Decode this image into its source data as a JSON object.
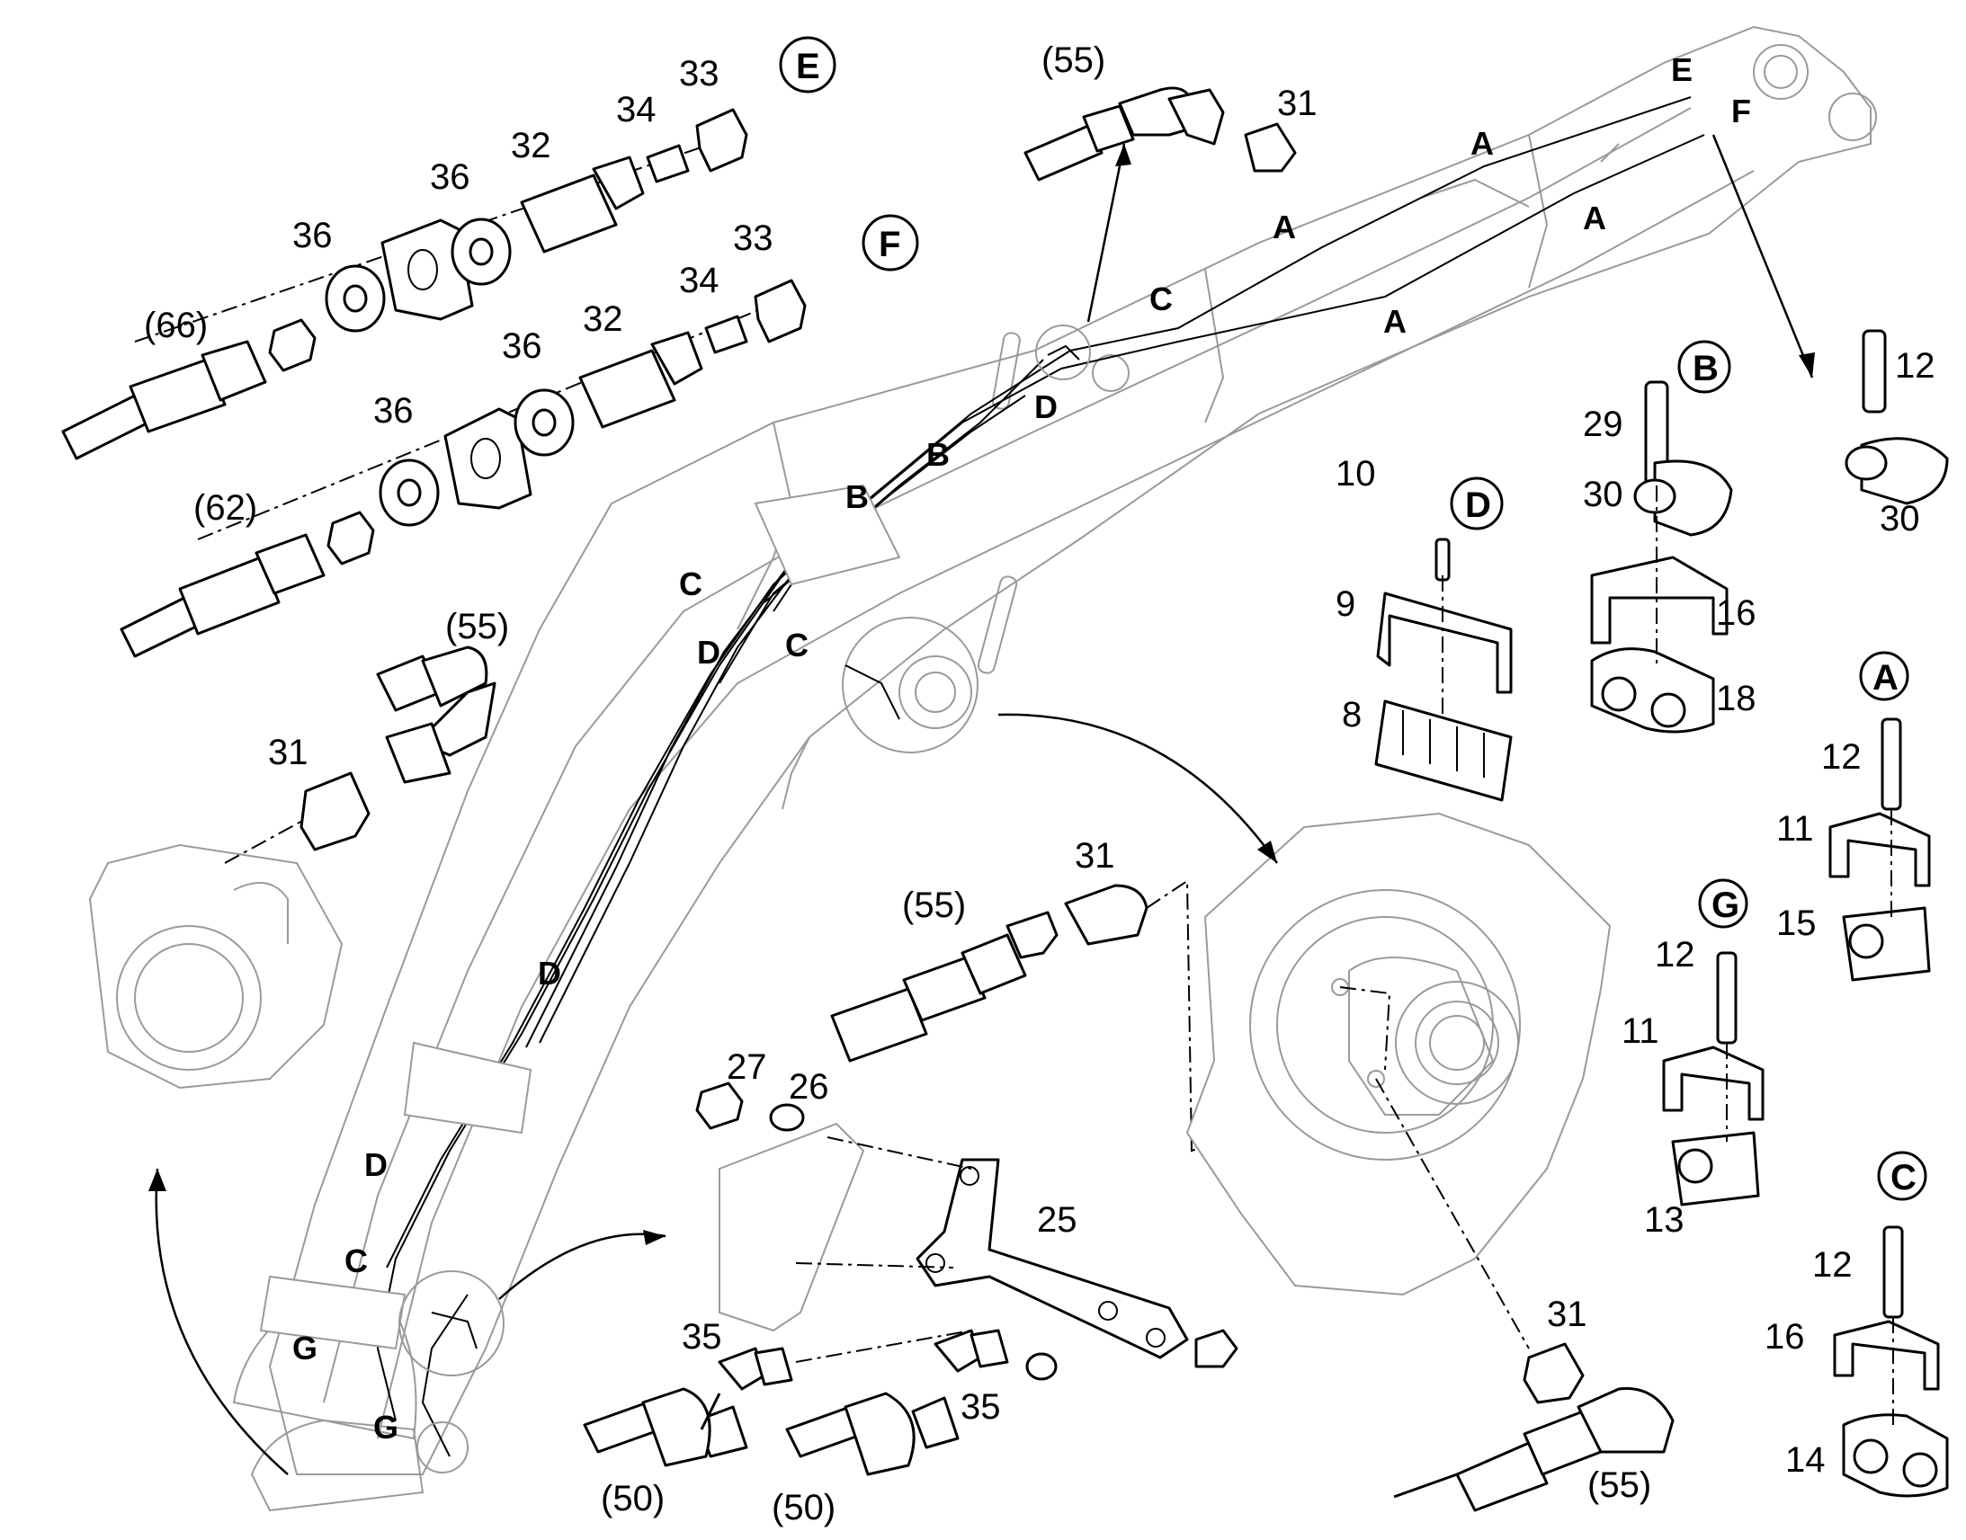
{
  "labels": {
    "detail_e": "E",
    "detail_f": "F",
    "detail_a": "A",
    "detail_b": "B",
    "detail_c": "C",
    "detail_d": "D",
    "detail_g": "G",
    "p8": "8",
    "p9": "9",
    "p10": "10",
    "p11": "11",
    "p12": "12",
    "p13": "13",
    "p14": "14",
    "p15": "15",
    "p16": "16",
    "p18": "18",
    "p25": "25",
    "p26": "26",
    "p27": "27",
    "p29": "29",
    "p30": "30",
    "p31": "31",
    "p32": "32",
    "p33": "33",
    "p34": "34",
    "p35": "35",
    "p36": "36",
    "p50": "(50)",
    "p55": "(55)",
    "p62": "(62)",
    "p66": "(66)"
  },
  "boom_letters": {
    "a": "A",
    "b": "B",
    "c": "C",
    "d": "D",
    "e": "E",
    "f": "F",
    "g": "G"
  }
}
